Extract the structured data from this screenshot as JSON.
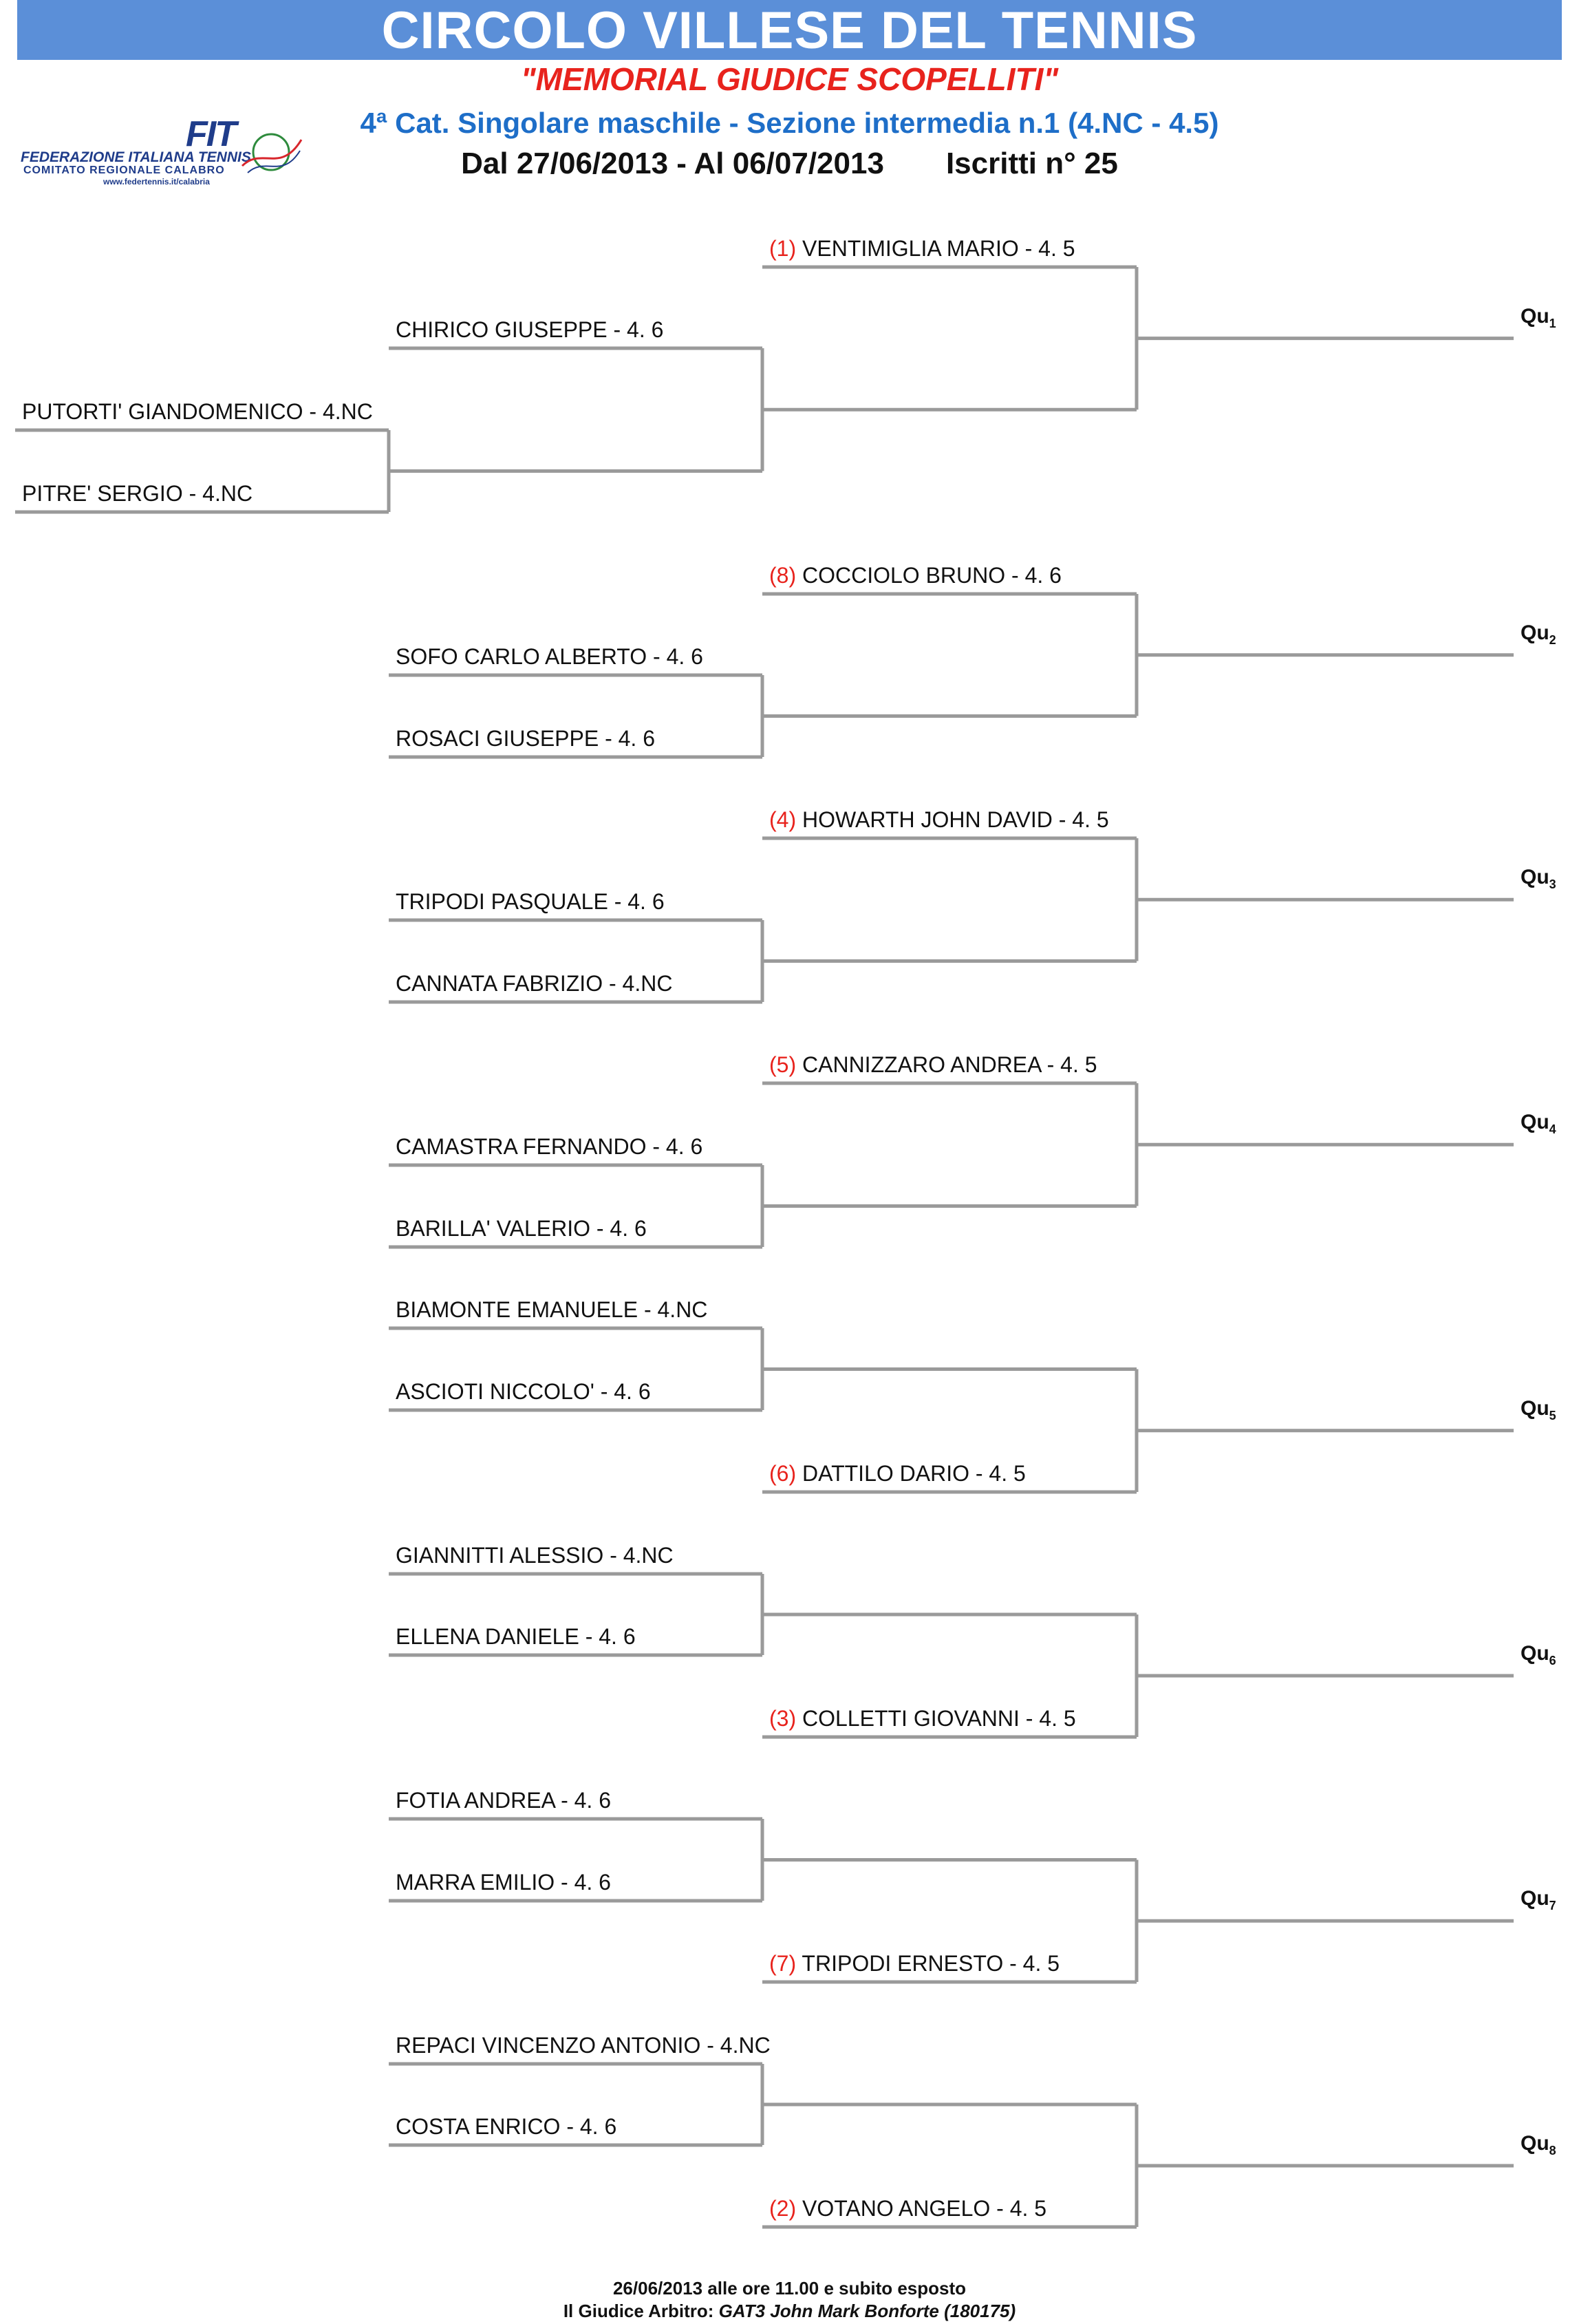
{
  "header": {
    "club": "CIRCOLO VILLESE DEL TENNIS",
    "memorial": "\"MEMORIAL GIUDICE SCOPELLITI\"",
    "category": "4ª Cat. Singolare maschile - Sezione intermedia n.1 (4.NC - 4.5)",
    "dates": "Dal 27/06/2013 - Al 06/07/2013",
    "entries": "Iscritti n° 25"
  },
  "logo": {
    "mark": "FIT",
    "federation": "FEDERAZIONE ITALIANA TENNIS",
    "committee": "COMITATO REGIONALE CALABRO",
    "website": "www.federtennis.it/calabria",
    "icon": "tennis-ball-swoosh-icon"
  },
  "colors": {
    "banner": "#5b8fd8",
    "memorial": "#e8231d",
    "category": "#1e6ec8",
    "seed": "#e8231d"
  },
  "bracket": {
    "players": [
      {
        "seed": "(1)",
        "name": "VENTIMIGLIA MARIO - 4. 5"
      },
      {
        "seed": "",
        "name": "CHIRICO GIUSEPPE - 4. 6"
      },
      {
        "seed": "",
        "name": "PUTORTI' GIANDOMENICO - 4.NC"
      },
      {
        "seed": "",
        "name": "PITRE' SERGIO - 4.NC"
      },
      {
        "seed": "(8)",
        "name": "COCCIOLO BRUNO - 4. 6"
      },
      {
        "seed": "",
        "name": "SOFO CARLO ALBERTO - 4. 6"
      },
      {
        "seed": "",
        "name": "ROSACI GIUSEPPE - 4. 6"
      },
      {
        "seed": "(4)",
        "name": "HOWARTH JOHN DAVID - 4. 5"
      },
      {
        "seed": "",
        "name": "TRIPODI PASQUALE - 4. 6"
      },
      {
        "seed": "",
        "name": "CANNATA FABRIZIO - 4.NC"
      },
      {
        "seed": "(5)",
        "name": "CANNIZZARO ANDREA - 4. 5"
      },
      {
        "seed": "",
        "name": "CAMASTRA FERNANDO - 4. 6"
      },
      {
        "seed": "",
        "name": "BARILLA' VALERIO - 4. 6"
      },
      {
        "seed": "",
        "name": "BIAMONTE EMANUELE - 4.NC"
      },
      {
        "seed": "",
        "name": "ASCIOTI NICCOLO' - 4. 6"
      },
      {
        "seed": "(6)",
        "name": "DATTILO DARIO - 4. 5"
      },
      {
        "seed": "",
        "name": "GIANNITTI ALESSIO - 4.NC"
      },
      {
        "seed": "",
        "name": "ELLENA DANIELE - 4. 6"
      },
      {
        "seed": "(3)",
        "name": "COLLETTI GIOVANNI - 4. 5"
      },
      {
        "seed": "",
        "name": "FOTIA ANDREA - 4. 6"
      },
      {
        "seed": "",
        "name": "MARRA EMILIO - 4. 6"
      },
      {
        "seed": "(7)",
        "name": "TRIPODI ERNESTO - 4. 5"
      },
      {
        "seed": "",
        "name": "REPACI VINCENZO ANTONIO - 4.NC"
      },
      {
        "seed": "",
        "name": "COSTA ENRICO - 4. 6"
      },
      {
        "seed": "(2)",
        "name": "VOTANO ANGELO - 4. 5"
      }
    ],
    "qualifiers": [
      {
        "label": "Qu",
        "index": "1"
      },
      {
        "label": "Qu",
        "index": "2"
      },
      {
        "label": "Qu",
        "index": "3"
      },
      {
        "label": "Qu",
        "index": "4"
      },
      {
        "label": "Qu",
        "index": "5"
      },
      {
        "label": "Qu",
        "index": "6"
      },
      {
        "label": "Qu",
        "index": "7"
      },
      {
        "label": "Qu",
        "index": "8"
      }
    ]
  },
  "footer": {
    "draw_time": "26/06/2013 alle ore 11.00 e subito esposto",
    "referee_label": "Il Giudice Arbitro: ",
    "referee_name": "GAT3 John Mark Bonforte (180175)"
  }
}
